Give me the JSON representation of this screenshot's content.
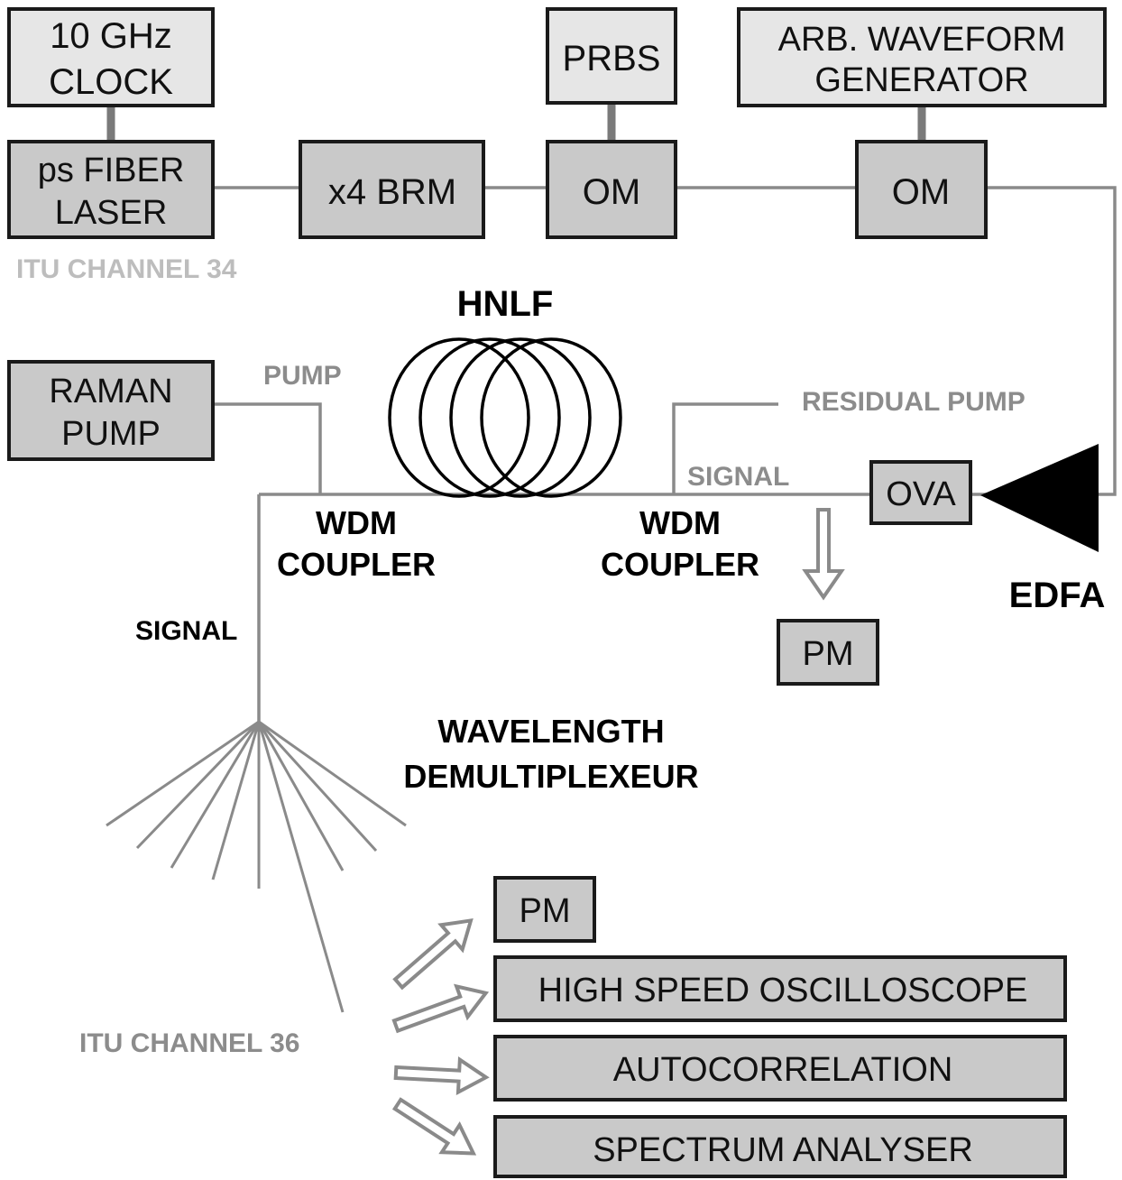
{
  "boxes": {
    "clock": [
      "10 GHz",
      "CLOCK"
    ],
    "laser": [
      "ps FIBER",
      "LASER"
    ],
    "brm": "x4 BRM",
    "prbs": "PRBS",
    "om1": "OM",
    "awg": [
      "ARB. WAVEFORM",
      "GENERATOR"
    ],
    "om2": "OM",
    "raman": [
      "RAMAN",
      "PUMP"
    ],
    "ova": "OVA",
    "pm1": "PM",
    "pm2": "PM",
    "oscilloscope": "HIGH SPEED OSCILLOSCOPE",
    "autocorrelation": "AUTOCORRELATION",
    "spectrum": "SPECTRUM ANALYSER"
  },
  "labels": {
    "itu34": "ITU CHANNEL 34",
    "hnlf": "HNLF",
    "pump": "PUMP",
    "residual_pump": "RESIDUAL PUMP",
    "signal_right": "SIGNAL",
    "wdm1": [
      "WDM",
      "COUPLER"
    ],
    "wdm2": [
      "WDM",
      "COUPLER"
    ],
    "edfa": "EDFA",
    "signal_left": "SIGNAL",
    "demux": [
      "WAVELENGTH",
      "DEMULTIPLEXEUR"
    ],
    "itu36": "ITU CHANNEL 36"
  },
  "colors": {
    "box_light": "#e6e6e6",
    "box_dark": "#c9c9c9",
    "fiber": "#8a8a8a",
    "rf_link": "#7a7a7a",
    "label_grey": "#8c8c8c",
    "label_light_grey": "#bdbdbd"
  },
  "icons": {
    "edfa": "amplifier-triangle-icon",
    "hnlf": "fiber-coil-icon",
    "outputs": "hollow-arrow-icon"
  }
}
